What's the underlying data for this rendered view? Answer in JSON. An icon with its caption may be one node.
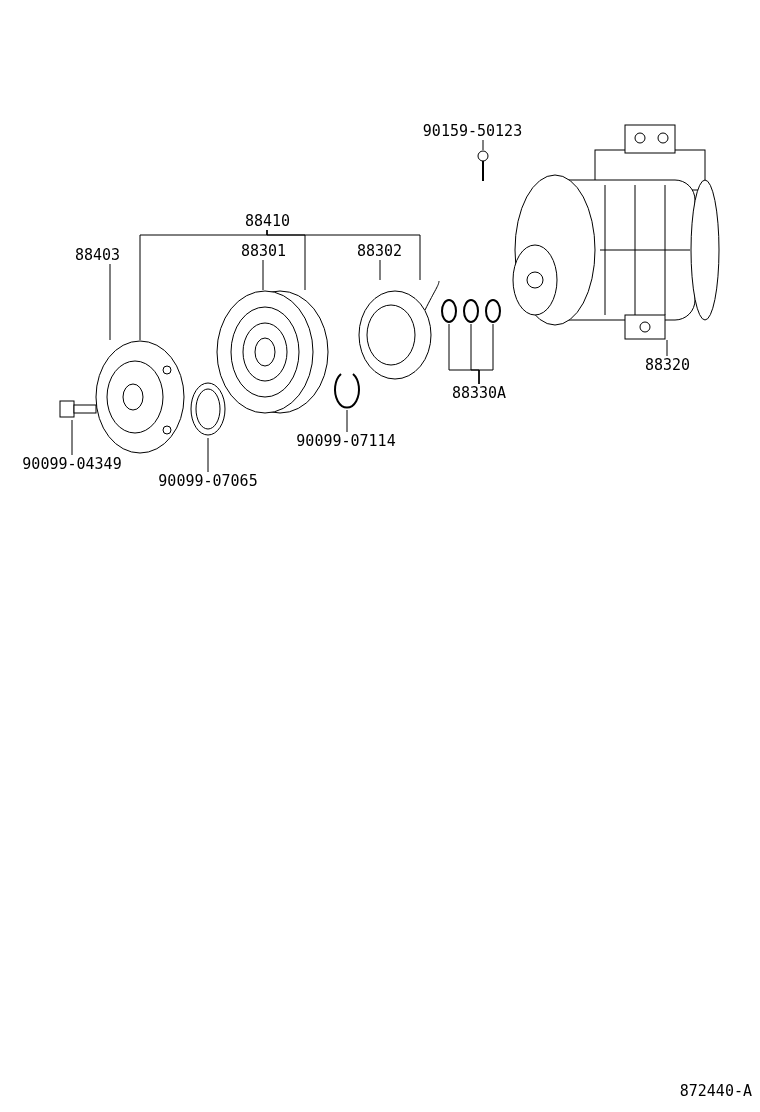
{
  "diagram": {
    "nodes": [
      {
        "text": [
          "90159-50123"
        ]
      },
      {
        "text": [],
        "shape": "picture"
      },
      {
        "text": [
          "88410"
        ]
      },
      {
        "text": [
          "88403"
        ]
      },
      {
        "text": [
          "88301"
        ]
      },
      {
        "text": [
          "88302"
        ]
      },
      {
        "text": [],
        "shape": "picture"
      },
      {
        "text": [],
        "shape": "picture"
      },
      {
        "text": [],
        "shape": "picture"
      },
      {
        "text": [],
        "shape": "picture"
      },
      {
        "text": [],
        "shape": "circle"
      },
      {
        "text": [],
        "shape": "circle"
      },
      {
        "text": [],
        "shape": "circle"
      },
      {
        "text": [
          "88330A"
        ]
      },
      {
        "text": [
          "88320"
        ]
      },
      {
        "text": [],
        "shape": "picture"
      },
      {
        "text": [
          "90099-07114"
        ]
      },
      {
        "text": [],
        "shape": "picture"
      },
      {
        "text": [],
        "shape": "picture"
      },
      {
        "text": [
          "90099-04349"
        ]
      },
      {
        "text": [
          "90099-07065"
        ]
      }
    ],
    "edges": [
      {
        "from": 0,
        "to": 1,
        "arrow": "none"
      },
      {
        "from": 2,
        "to": 7,
        "arrow": "none"
      },
      {
        "from": 2,
        "to": 8,
        "arrow": "none"
      },
      {
        "from": 2,
        "to": 9,
        "arrow": "none"
      },
      {
        "from": 3,
        "to": 7,
        "arrow": "none"
      },
      {
        "from": 4,
        "to": 8,
        "arrow": "none"
      },
      {
        "from": 5,
        "to": 9,
        "arrow": "none"
      },
      {
        "from": 13,
        "to": 10,
        "arrow": "none"
      },
      {
        "from": 13,
        "to": 11,
        "arrow": "none"
      },
      {
        "from": 13,
        "to": 12,
        "arrow": "none"
      },
      {
        "from": 14,
        "to": 6,
        "arrow": "none"
      },
      {
        "from": 16,
        "to": 15,
        "arrow": "none"
      },
      {
        "from": 19,
        "to": 17,
        "arrow": "none"
      },
      {
        "from": 20,
        "to": 18,
        "arrow": "none"
      }
    ],
    "labels": [
      "872440-A"
    ]
  }
}
